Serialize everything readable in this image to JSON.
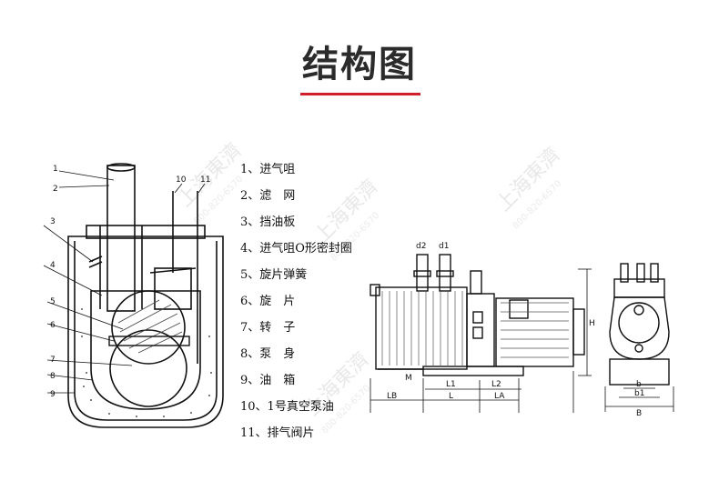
{
  "title": "结构图",
  "accent_color": "#d11f2a",
  "watermark": {
    "company": "上海東濟",
    "phone": "800-820-6570"
  },
  "section_labels": [
    "1",
    "2",
    "3",
    "4",
    "5",
    "6",
    "7",
    "8",
    "9",
    "10",
    "11"
  ],
  "legend": [
    "1、进气咀",
    "2、滤　网",
    "3、挡油板",
    "4、进气咀O形密封圈",
    "5、旋片弹簧",
    "6、旋　片",
    "7、转　子",
    "8、泵　身",
    "9、油　箱",
    "10、1号真空泵油",
    "11、排气阀片"
  ],
  "dimension_labels": {
    "d2": "d2",
    "d1": "d1",
    "H": "H",
    "M": "M",
    "L1": "L1",
    "L2": "L2",
    "LB": "LB",
    "L": "L",
    "LA": "LA",
    "b": "b",
    "b1": "b1",
    "B": "B"
  }
}
